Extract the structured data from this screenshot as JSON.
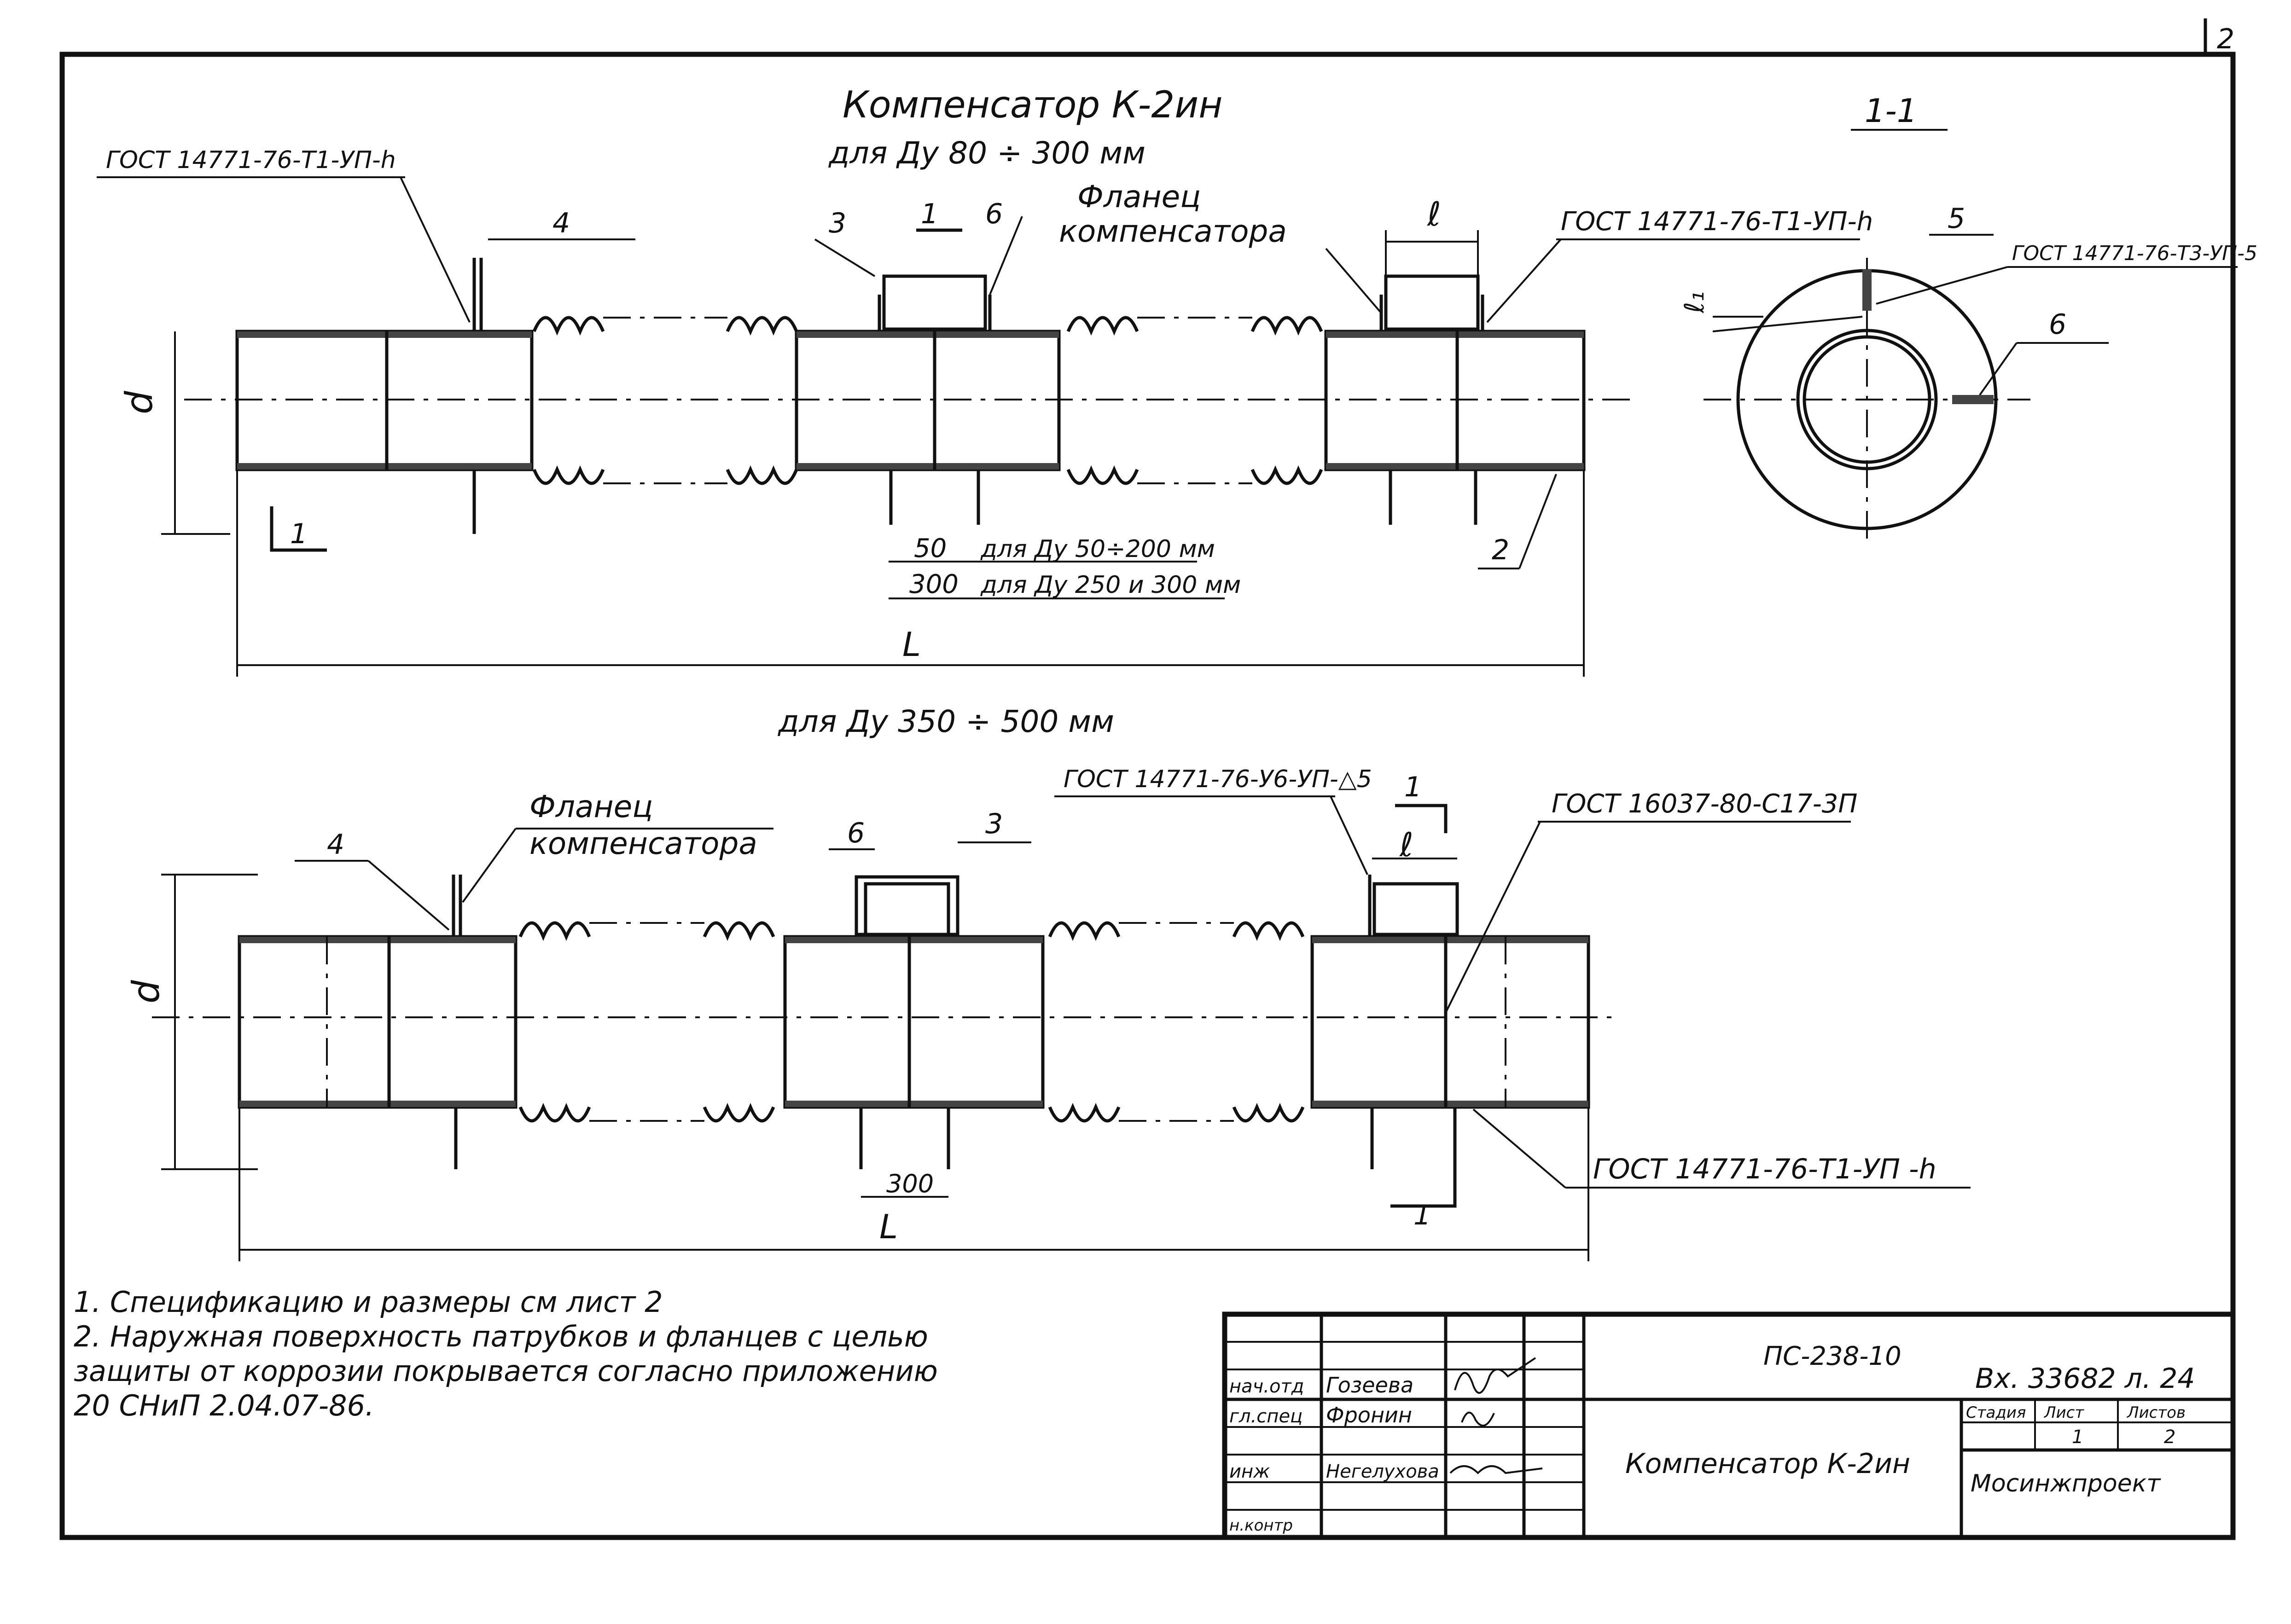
{
  "sheet_number": "2",
  "top_view": {
    "title": "Компенсатор      К-2ин",
    "subtitle": "для    Ду 80 ÷ 300 мм",
    "section_label": "1-1",
    "weld_left": "ГОСТ 14771-76-Т1-УП-h",
    "weld_right": "ГОСТ 14771-76-Т1-УП-h",
    "weld_section": "ГОСТ 14771-76-Т3-УП-5",
    "flange_label_1": "Фланец",
    "flange_label_2": "компенсатора",
    "dim_d": "d",
    "dim_L": "L",
    "dim_l": "ℓ",
    "dim_l1": "ℓ₁",
    "dim_50": "50",
    "dim_50_note": "для Ду 50÷200 мм",
    "dim_300": "300",
    "dim_300_note": "для Ду 250 и 300 мм",
    "pos": [
      "1",
      "1",
      "2",
      "3",
      "4",
      "5",
      "6",
      "6"
    ]
  },
  "bottom_view": {
    "subtitle": "для    Ду 350 ÷ 500 мм",
    "weld_top": "ГОСТ 14771-76-У6-УП-△5",
    "weld_gost": "ГОСТ 16037-80-С17-3П",
    "weld_bottom": "ГОСТ 14771-76-Т1-УП -h",
    "flange_label_1": "Фланец",
    "flange_label_2": "компенсатора",
    "dim_d": "d",
    "dim_L": "L",
    "dim_l": "ℓ",
    "dim_300": "300",
    "pos": [
      "4",
      "6",
      "3",
      "1",
      "1"
    ]
  },
  "notes": [
    "1.  Спецификацию    и размеры    см лист  2",
    "2.  Наружная      поверхность    патрубков  и  фланцев  с целью",
    "     защиты   от  коррозии    покрывается    согласно  приложению",
    "     20   СНиП 2.04.07-86."
  ],
  "title_block": {
    "doc_code": "ПС-238-10",
    "inv_note": "Вх. 33682 л. 24",
    "drawing_name": "Компенсатор К-2ин",
    "organization": "Мосинжпроект",
    "col_stage": "Стадия",
    "col_sheet": "Лист",
    "col_sheets": "Листов",
    "sheet_value": "1",
    "sheets_value": "2",
    "rows": [
      {
        "role": "нач.отд",
        "name": "Гозеева"
      },
      {
        "role": "гл.спец",
        "name": "Фронин"
      },
      {
        "role": "инж",
        "name": "Негелухова"
      },
      {
        "role": "н.контр",
        "name": ""
      }
    ]
  }
}
